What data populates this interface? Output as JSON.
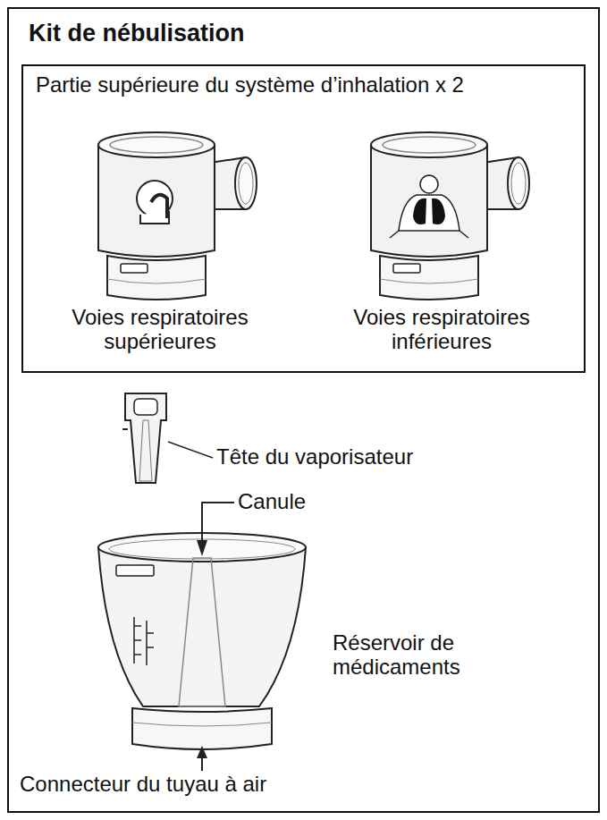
{
  "diagram": {
    "nodes": [
      {
        "text": [
          "Kit de nébulisation"
        ]
      },
      {
        "text": [
          "Partie supérieure du système d’inhalation x 2",
          "Voies respiratoires supérieures",
          "Voies respiratoires inférieures"
        ],
        "in": 0
      }
    ],
    "labels": [
      "Tête du vaporisateur",
      "Canule",
      "Réservoir de médicaments",
      "Connecteur du tuyau à air"
    ]
  }
}
